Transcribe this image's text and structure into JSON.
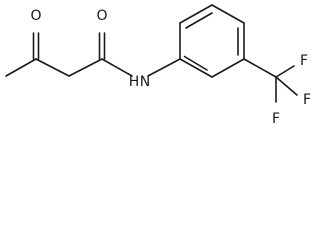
{
  "molecule": {
    "atoms": {
      "carbonyl_oxygen_1": "O",
      "carbonyl_oxygen_2": "O",
      "amide_nitrogen": "N",
      "amide_hydrogen": "H",
      "fluorine_1": "F",
      "fluorine_2": "F",
      "fluorine_3": "F"
    },
    "colors": {
      "bond": "#1a1a1a",
      "label": "#1a1a1a",
      "background": "#ffffff"
    }
  }
}
